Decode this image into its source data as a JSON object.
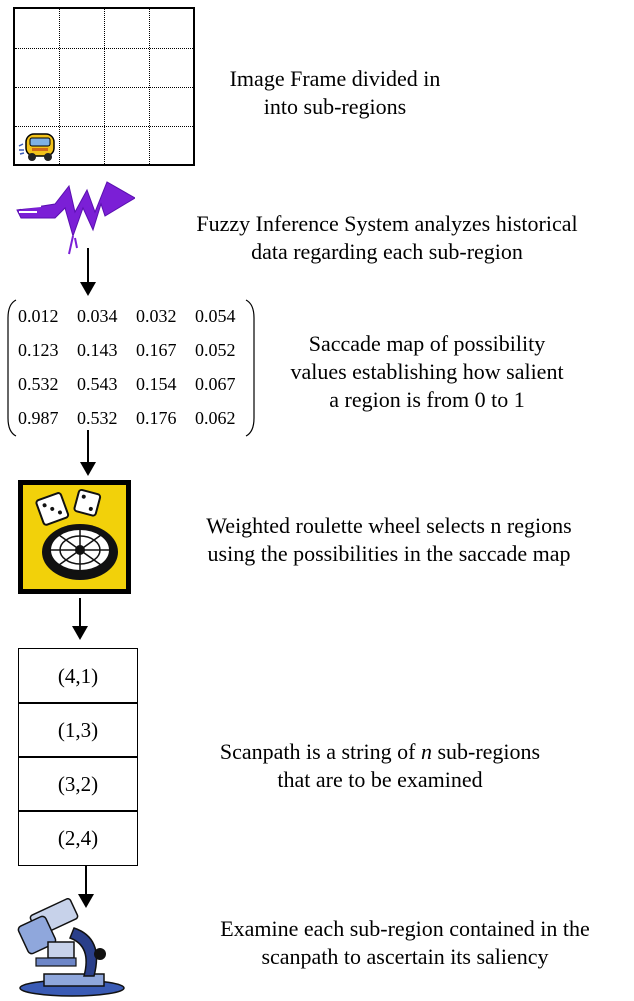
{
  "steps": {
    "frame": {
      "text_line1": "Image Frame divided in",
      "text_line2": "into sub-regions"
    },
    "fuzzy": {
      "text_line1": "Fuzzy Inference System analyzes historical",
      "text_line2": "data regarding each sub-region"
    },
    "saccade": {
      "text_line1": "Saccade map of possibility",
      "text_line2": "values establishing how salient",
      "text_line3": "a region is from 0 to 1",
      "matrix": [
        [
          "0.012",
          "0.034",
          "0.032",
          "0.054"
        ],
        [
          "0.123",
          "0.143",
          "0.167",
          "0.052"
        ],
        [
          "0.532",
          "0.543",
          "0.154",
          "0.067"
        ],
        [
          "0.987",
          "0.532",
          "0.176",
          "0.062"
        ]
      ]
    },
    "roulette": {
      "text_line1": "Weighted roulette wheel selects n regions",
      "text_line2": "using the possibilities in the saccade map"
    },
    "scanpath": {
      "text_line1_pre": "Scanpath is a string of ",
      "text_line1_italic": "n",
      "text_line1_post": " sub-regions",
      "text_line2": "that are to be examined",
      "cells": [
        "(4,1)",
        "(1,3)",
        "(3,2)",
        "(2,4)"
      ]
    },
    "examine": {
      "text_line1": "Examine each sub-region contained in the",
      "text_line2": "scanpath to ascertain its saliency"
    }
  },
  "colors": {
    "lightning": "#7b1fd6",
    "roulette_bg": "#f2d10a",
    "icon_blue": "#3a5bb5"
  }
}
